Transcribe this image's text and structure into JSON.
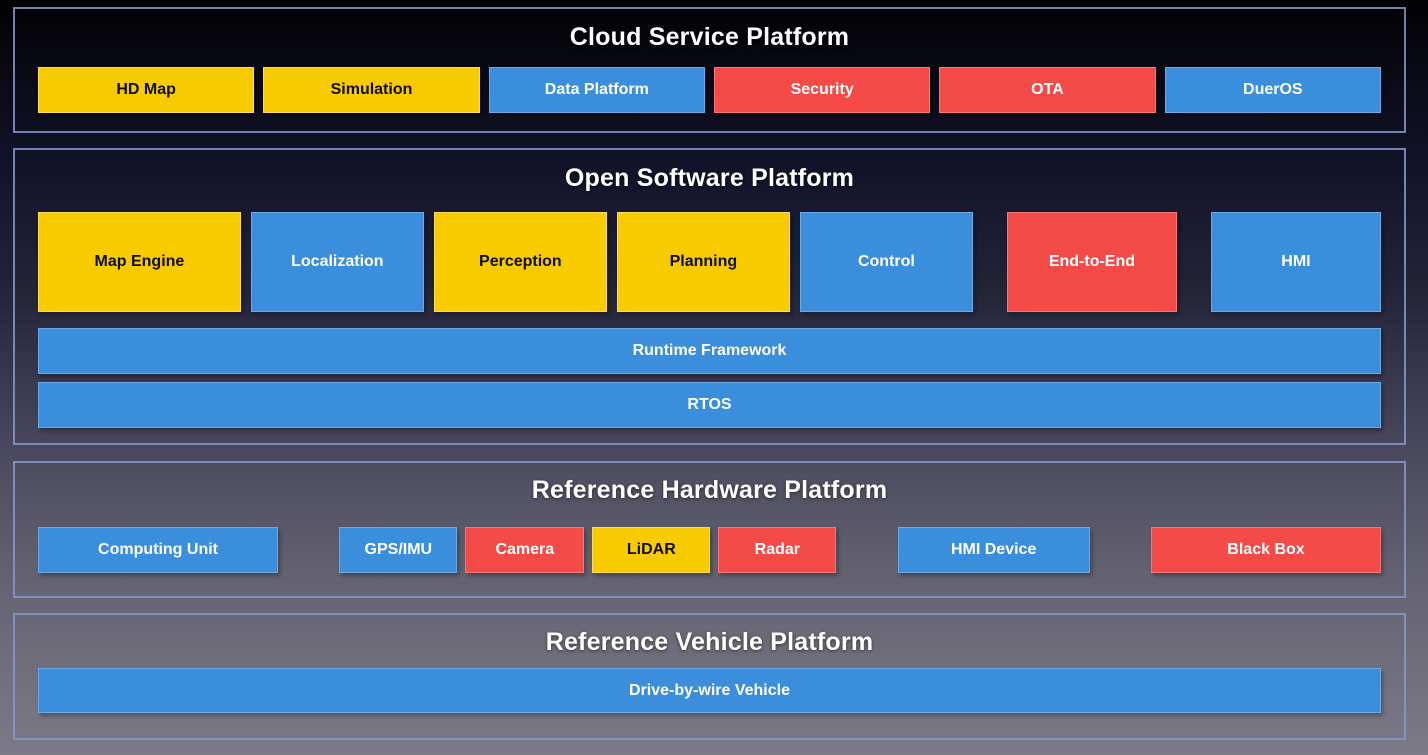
{
  "colors": {
    "yellow": "#F8CB00",
    "blue": "#3A8EDB",
    "red": "#F44A48"
  },
  "sections": [
    {
      "title": "Cloud Service Platform",
      "boxes": [
        {
          "label": "HD Map",
          "color": "yellow"
        },
        {
          "label": "Simulation",
          "color": "yellow"
        },
        {
          "label": "Data Platform",
          "color": "blue"
        },
        {
          "label": "Security",
          "color": "red"
        },
        {
          "label": "OTA",
          "color": "red"
        },
        {
          "label": "DuerOS",
          "color": "blue"
        }
      ]
    },
    {
      "title": "Open Software Platform",
      "modules": [
        {
          "label": "Map Engine",
          "color": "yellow"
        },
        {
          "label": "Localization",
          "color": "blue"
        },
        {
          "label": "Perception",
          "color": "yellow"
        },
        {
          "label": "Planning",
          "color": "yellow"
        },
        {
          "label": "Control",
          "color": "blue"
        },
        {
          "label": "End-to-End",
          "color": "red"
        },
        {
          "label": "HMI",
          "color": "blue"
        }
      ],
      "bars": [
        {
          "label": "Runtime Framework",
          "color": "blue"
        },
        {
          "label": "RTOS",
          "color": "blue"
        }
      ]
    },
    {
      "title": "Reference Hardware Platform",
      "boxes": [
        {
          "label": "Computing Unit",
          "color": "blue"
        },
        {
          "label": "GPS/IMU",
          "color": "blue"
        },
        {
          "label": "Camera",
          "color": "red"
        },
        {
          "label": "LiDAR",
          "color": "yellow"
        },
        {
          "label": "Radar",
          "color": "red"
        },
        {
          "label": "HMI Device",
          "color": "blue"
        },
        {
          "label": "Black Box",
          "color": "red"
        }
      ]
    },
    {
      "title": "Reference Vehicle Platform",
      "bars": [
        {
          "label": "Drive-by-wire Vehicle",
          "color": "blue"
        }
      ]
    }
  ]
}
